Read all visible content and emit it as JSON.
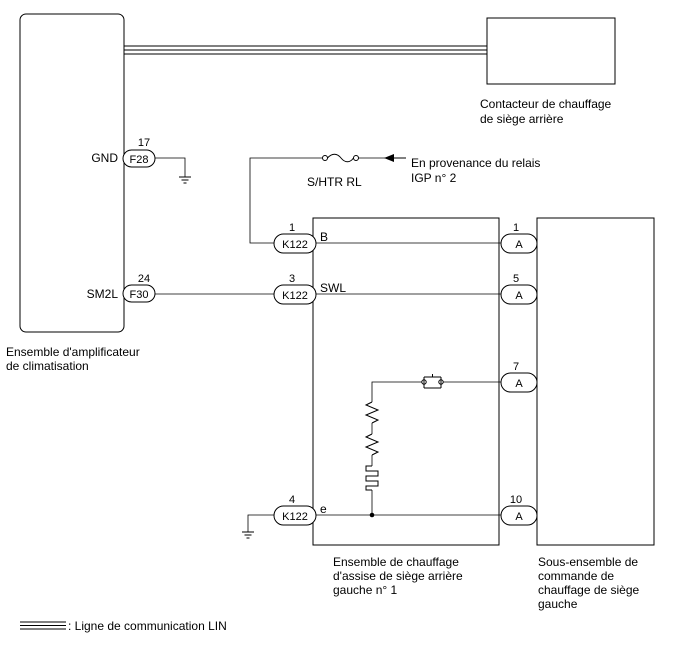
{
  "components": {
    "amplifier": {
      "line1": "Ensemble d'amplificateur",
      "line2": "de climatisation"
    },
    "rear_switch": {
      "line1": "Contacteur de chauffage",
      "line2": "de siège arrière"
    },
    "heater_assy": {
      "line1": "Ensemble de chauffage",
      "line2": "d'assise de siège arrière",
      "line3": "gauche n° 1"
    },
    "control_subassy": {
      "line1": "Sous-ensemble de",
      "line2": "commande de",
      "line3": "chauffage de siège",
      "line4": "gauche"
    }
  },
  "fuse": {
    "label": "S/HTR RL"
  },
  "relay_source": {
    "line1": "En provenance du relais",
    "line2": "IGP n° 2"
  },
  "amp_pins": [
    {
      "num": "17",
      "conn": "F28",
      "signal": "GND"
    },
    {
      "num": "24",
      "conn": "F30",
      "signal": "SM2L"
    }
  ],
  "k122_pins": [
    {
      "num": "1",
      "conn": "K122",
      "signal": "B"
    },
    {
      "num": "3",
      "conn": "K122",
      "signal": "SWL"
    },
    {
      "num": "4",
      "conn": "K122",
      "signal": "e"
    }
  ],
  "a_pins": [
    {
      "num": "1",
      "conn": "A"
    },
    {
      "num": "5",
      "conn": "A"
    },
    {
      "num": "7",
      "conn": "A"
    },
    {
      "num": "10",
      "conn": "A"
    }
  ],
  "legend": {
    "text": ": Ligne de communication LIN"
  }
}
